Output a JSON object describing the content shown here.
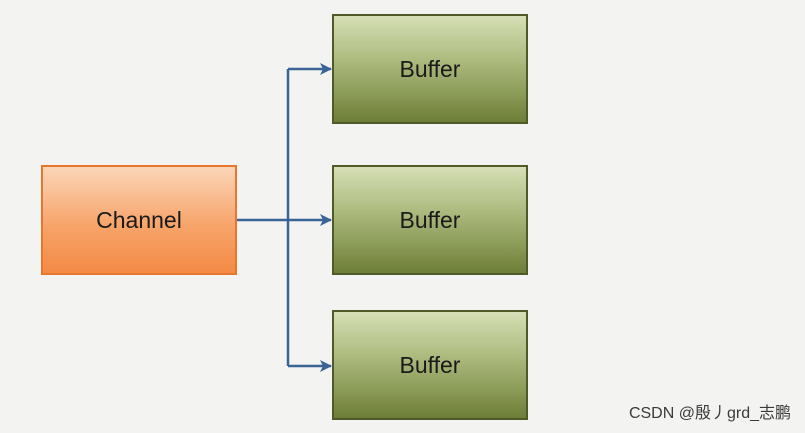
{
  "diagram": {
    "source": {
      "label": "Channel",
      "color": "#f7a46a"
    },
    "targets": [
      {
        "label": "Buffer"
      },
      {
        "label": "Buffer"
      },
      {
        "label": "Buffer"
      }
    ],
    "connector_color": "#3b6496",
    "target_color": "#8a9a52"
  },
  "watermark": "CSDN @殷丿grd_志鹏"
}
